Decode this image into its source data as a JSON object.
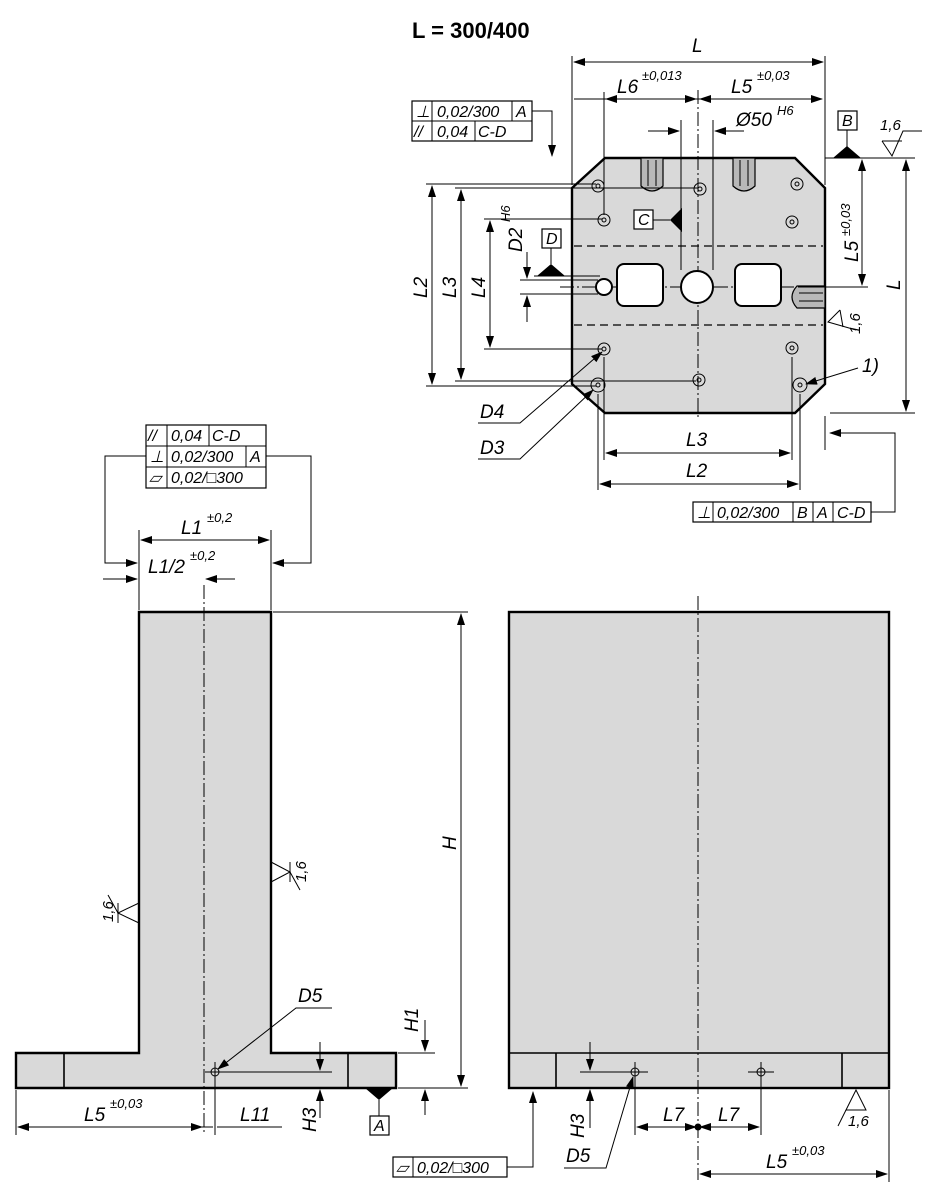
{
  "title": "L = 300/400",
  "top_view": {
    "dims": {
      "L_top": "L",
      "L6": "L6",
      "L6_tol": "±0,013",
      "L5": "L5",
      "L5_tol": "±0,03",
      "bore": "Ø50",
      "bore_tol": "H6",
      "D2": "D2",
      "D2_tol": "H6",
      "L5_right": "L5",
      "L5_right_tol": "±0,03",
      "L_right": "L",
      "L2": "L2",
      "L3": "L3",
      "L4": "L4",
      "L3_bottom": "L3",
      "L2_bottom": "L2",
      "D4": "D4",
      "D3": "D3",
      "note": "1)"
    },
    "datums": {
      "B": "B",
      "C": "C",
      "D": "D"
    },
    "roughness": [
      "1,6",
      "1,6"
    ],
    "frame_top": [
      [
        "⊥",
        "0,02/300",
        "A"
      ],
      [
        "//",
        "0,04",
        "C-D"
      ]
    ],
    "frame_bottom": [
      "⊥",
      "0,02/300",
      "B",
      "A",
      "C-D"
    ]
  },
  "side_view": {
    "frame": [
      [
        "//",
        "0,04",
        "C-D"
      ],
      [
        "⊥",
        "0,02/300",
        "A"
      ],
      [
        "▱",
        "0,02/□300",
        ""
      ]
    ],
    "dims": {
      "L1": "L1",
      "L1_tol": "±0,2",
      "L1_half": "L1/2",
      "L1_half_tol": "±0,2",
      "H": "H",
      "H1": "H1",
      "H3": "H3",
      "D5": "D5",
      "L5": "L5",
      "L5_tol": "±0,03",
      "L11": "L11"
    },
    "datum": "A",
    "roughness": [
      "1,6",
      "1,6"
    ]
  },
  "front_view": {
    "dims": {
      "H3": "H3",
      "D5": "D5",
      "L7_a": "L7",
      "L7_b": "L7",
      "L5": "L5",
      "L5_tol": "±0,03"
    },
    "frame": [
      "▱",
      "0,02/□300"
    ],
    "roughness": "1,6"
  }
}
